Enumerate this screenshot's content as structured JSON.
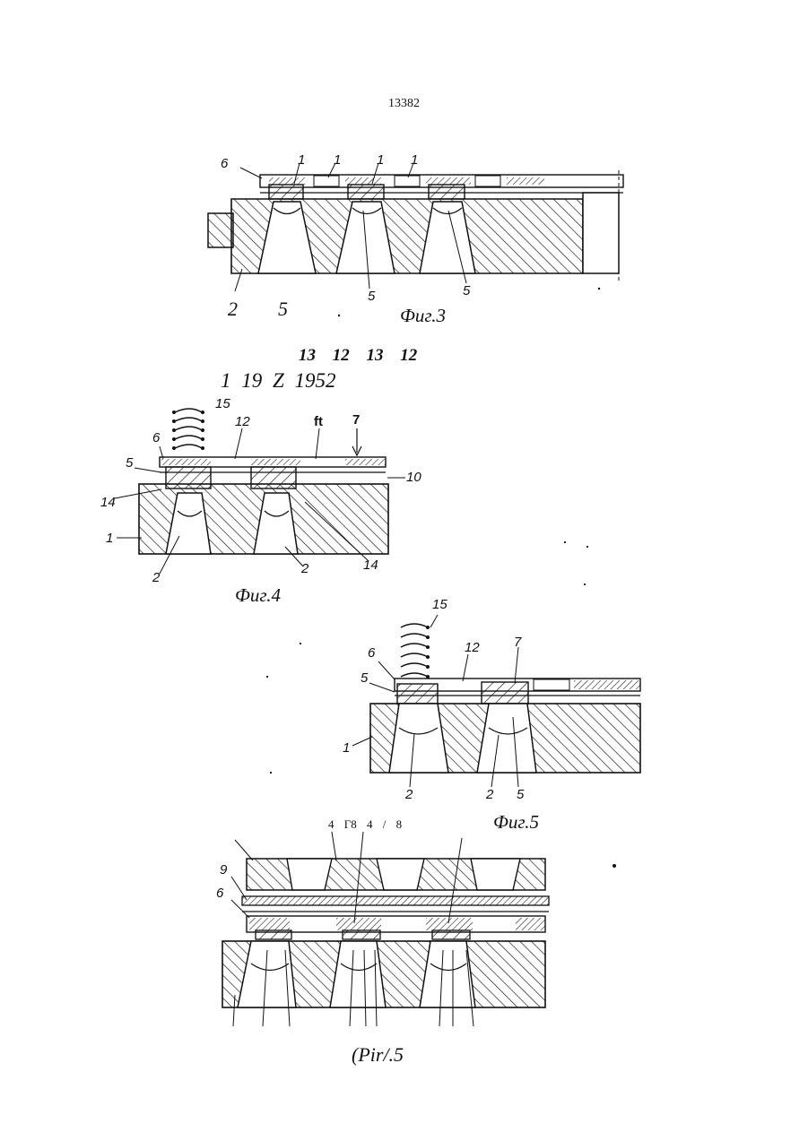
{
  "page_number": "13382",
  "fig3": {
    "caption": "Фиг.3",
    "labels": {
      "l6": "6",
      "l1a": "1",
      "l1b": "1",
      "l1c": "1",
      "l1d": "1",
      "l2": "2",
      "l5a": "5",
      "l5b": "5",
      "l5c": "5"
    }
  },
  "ref_numbers": "13 12 13 12",
  "publication": "1 19 Z 1952",
  "fig4": {
    "caption": "Фиг.4",
    "labels": {
      "l15": "15",
      "l6": "6",
      "l12": "12",
      "lft": "ft",
      "l7": "7",
      "l5": "5",
      "l10": "10",
      "l14a": "14",
      "l1": "1",
      "l2a": "2",
      "l2b": "2",
      "l14b": "14"
    }
  },
  "fig5": {
    "caption": "Фиг.5",
    "labels": {
      "l15": "15",
      "l6": "6",
      "l12": "12",
      "l7": "7",
      "l5a": "5",
      "l1": "1",
      "l2a": "2",
      "l2b": "2",
      "l5b": "5"
    }
  },
  "fig6": {
    "top_labels": "4 Г8 4 / 8",
    "caption": "(Pir/.5",
    "labels": {
      "l9": "9",
      "l6": "6"
    }
  },
  "colors": {
    "ink": "#111111",
    "paper": "#ffffff"
  }
}
